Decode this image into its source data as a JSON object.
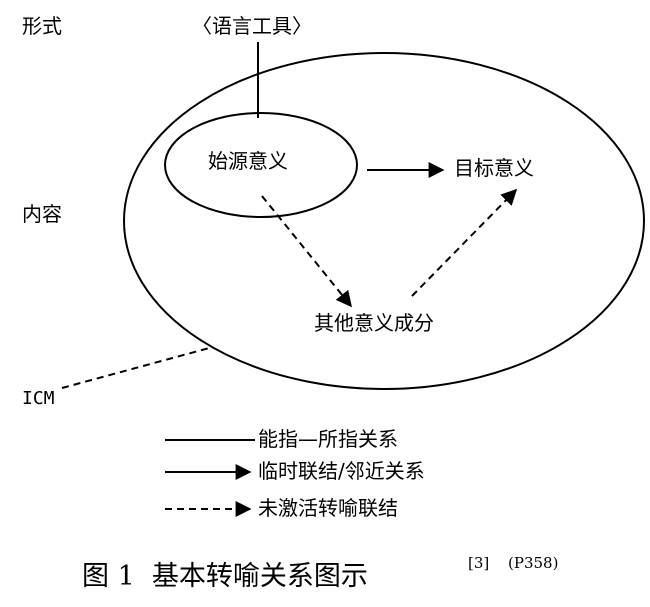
{
  "labels": {
    "form": "形式",
    "content": "内容",
    "icm": "ICM",
    "language_tool": "〈语言工具〉",
    "source_meaning": "始源意义",
    "target_meaning": "目标意义",
    "other_components": "其他意义成分"
  },
  "legend": [
    {
      "line_style": "solid-no-arrow",
      "label": "能指—所指关系"
    },
    {
      "line_style": "solid-arrow",
      "label": "临时联结/邻近关系"
    },
    {
      "line_style": "dashed-arrow",
      "label": "未激活转喻联结"
    }
  ],
  "caption": {
    "text": "图 1  基本转喻关系图示",
    "ref": "[3]",
    "page": "(P358)"
  }
}
